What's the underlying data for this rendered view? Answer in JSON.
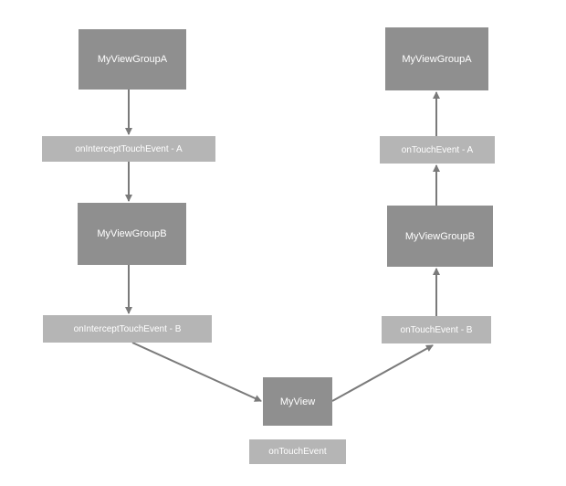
{
  "nodes": {
    "left_group_a": "MyViewGroupA",
    "left_intercept_a": "onInterceptTouchEvent - A",
    "left_group_b": "MyViewGroupB",
    "left_intercept_b": "onInterceptTouchEvent - B",
    "center_view": "MyView",
    "center_touch": "onTouchEvent",
    "right_group_a": "MyViewGroupA",
    "right_touch_a": "onTouchEvent - A",
    "right_group_b": "MyViewGroupB",
    "right_touch_b": "onTouchEvent - B"
  },
  "edges": [
    {
      "from": "MyViewGroupA",
      "to": "onInterceptTouchEvent - A"
    },
    {
      "from": "onInterceptTouchEvent - A",
      "to": "MyViewGroupB"
    },
    {
      "from": "MyViewGroupB",
      "to": "onInterceptTouchEvent - B"
    },
    {
      "from": "onInterceptTouchEvent - B",
      "to": "MyView"
    },
    {
      "from": "MyView",
      "to": "onTouchEvent - B"
    },
    {
      "from": "onTouchEvent - B",
      "to": "MyViewGroupB"
    },
    {
      "from": "MyViewGroupB",
      "to": "onTouchEvent - A"
    },
    {
      "from": "onTouchEvent - A",
      "to": "MyViewGroupA"
    }
  ],
  "colors": {
    "view_box": "#8f8f8f",
    "method_box": "#b5b5b5",
    "arrow": "#7a7a7a",
    "text": "#ffffff"
  }
}
